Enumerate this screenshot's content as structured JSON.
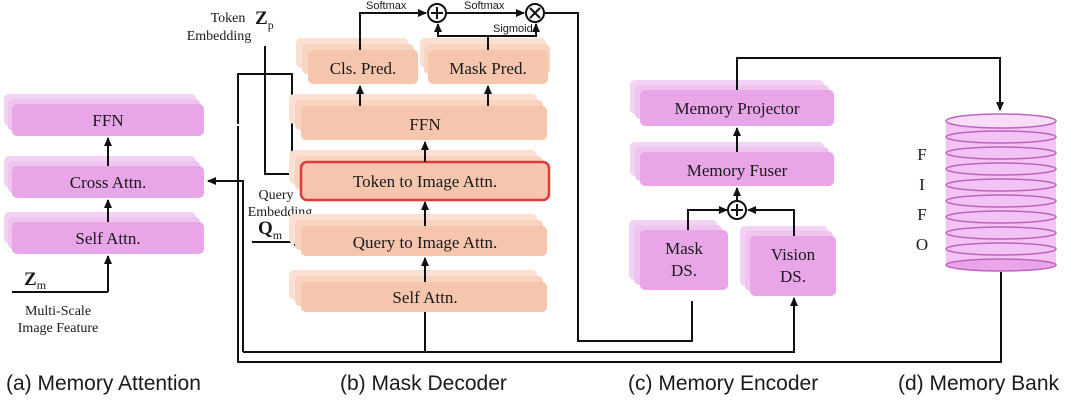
{
  "colors": {
    "purple": "#e8a6e8",
    "purple_shadow": "#f3d3f3",
    "orange": "#f6c5ad",
    "orange_shadow": "#fae0d3",
    "highlight_border": "#e03a3a",
    "line": "#111111"
  },
  "memory_attention": {
    "ffn": "FFN",
    "cross_attn": "Cross Attn.",
    "self_attn": "Self Attn.",
    "input_symbol": "Z",
    "input_sub": "m",
    "input_label_1": "Multi-Scale",
    "input_label_2": "Image Feature",
    "caption": "(a) Memory Attention"
  },
  "mask_decoder": {
    "token_label_1": "Token",
    "token_label_2": "Embedding",
    "token_symbol": "Z",
    "token_sub": "p",
    "query_label_1": "Query",
    "query_label_2": "Embedding",
    "query_symbol": "Q",
    "query_sub": "m",
    "softmax_1": "Softmax",
    "softmax_2": "Softmax",
    "sigmoid": "Sigmoid",
    "cls_pred": "Cls. Pred.",
    "mask_pred": "Mask Pred.",
    "ffn": "FFN",
    "token_to_image": "Token to Image Attn.",
    "query_to_image": "Query to Image Attn.",
    "self_attn": "Self Attn.",
    "caption": "(b) Mask Decoder"
  },
  "memory_encoder": {
    "memory_projector": "Memory Projector",
    "memory_fuser": "Memory Fuser",
    "mask_ds_1": "Mask",
    "mask_ds_2": "DS.",
    "vision_ds_1": "Vision",
    "vision_ds_2": "DS.",
    "caption": "(c) Memory Encoder"
  },
  "memory_bank": {
    "fifo": [
      "F",
      "I",
      "F",
      "O"
    ],
    "caption": "(d) Memory Bank"
  }
}
